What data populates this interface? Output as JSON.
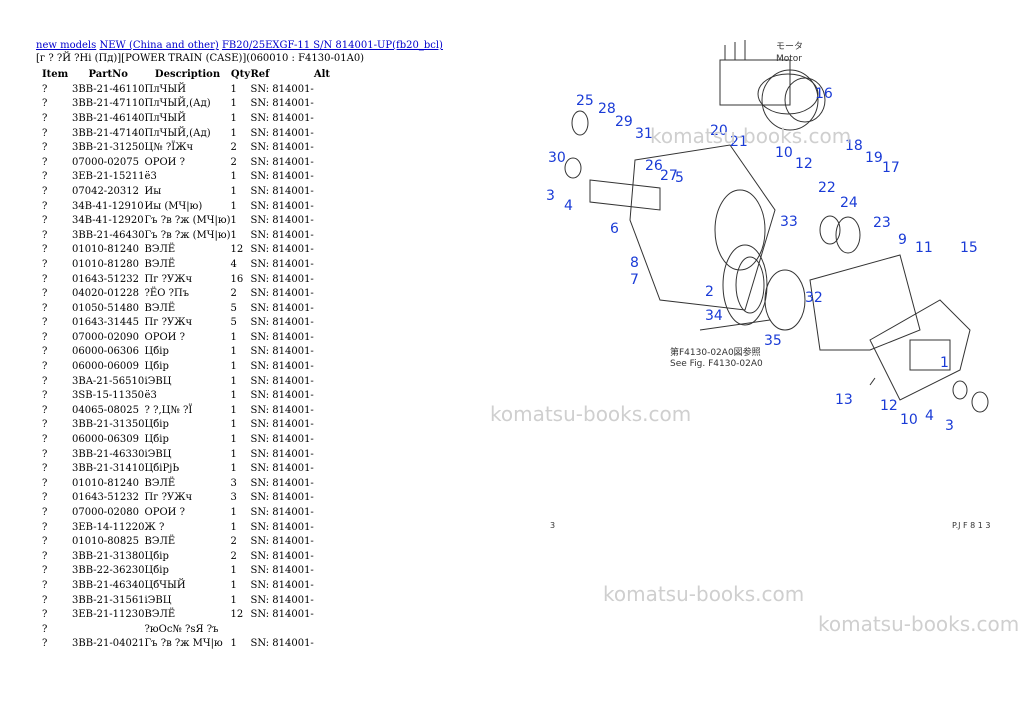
{
  "breadcrumbs": [
    {
      "label": "new models"
    },
    {
      "label": "NEW (China and other)"
    },
    {
      "label": "FB20/25EXGF-11 S/N  814001-UP(fb20_bcl)"
    }
  ],
  "subtitle": "[г ? ?Й ?Нi (Пд)][POWER TRAIN (CASE)](060010 : F4130-01A0)",
  "table": {
    "headers": {
      "item": "Item",
      "partno": "PartNo",
      "description": "Description",
      "qty": "Qty",
      "ref": "Ref",
      "alt": "Alt"
    },
    "rows": [
      {
        "item": "?",
        "partno": "3BB-21-46110",
        "desc": "ПлЧЫЙ",
        "qty": "1",
        "ref": "SN: 814001-"
      },
      {
        "item": "?",
        "partno": "3BB-21-47110",
        "desc": "ПлЧЫЙ,(Ад)",
        "qty": "1",
        "ref": "SN: 814001-"
      },
      {
        "item": "?",
        "partno": "3BB-21-46140",
        "desc": "ПлЧЫЙ",
        "qty": "1",
        "ref": "SN: 814001-"
      },
      {
        "item": "?",
        "partno": "3BB-21-47140",
        "desc": "ПлЧЫЙ,(Ад)",
        "qty": "1",
        "ref": "SN: 814001-"
      },
      {
        "item": "?",
        "partno": "3BB-21-31250",
        "desc": "Ц№ ?ЇЖч",
        "qty": "2",
        "ref": "SN: 814001-"
      },
      {
        "item": "?",
        "partno": "07000-02075",
        "desc": "ОРОИ ?",
        "qty": "2",
        "ref": "SN: 814001-"
      },
      {
        "item": "?",
        "partno": "3EB-21-15211",
        "desc": "ё3",
        "qty": "1",
        "ref": "SN: 814001-"
      },
      {
        "item": "?",
        "partno": "07042-20312",
        "desc": "Иы",
        "qty": "1",
        "ref": "SN: 814001-"
      },
      {
        "item": "?",
        "partno": "34B-41-12910",
        "desc": "Иы (МЧ|ю)",
        "qty": "1",
        "ref": "SN: 814001-"
      },
      {
        "item": "?",
        "partno": "34B-41-12920",
        "desc": "Гъ ?в ?ж (МЧ|ю)",
        "qty": "1",
        "ref": "SN: 814001-"
      },
      {
        "item": "?",
        "partno": "3BB-21-46430",
        "desc": "Гъ ?в ?ж (МЧ|ю)",
        "qty": "1",
        "ref": "SN: 814001-"
      },
      {
        "item": "?",
        "partno": "01010-81240",
        "desc": "ВЭЛЁ",
        "qty": "12",
        "ref": "SN: 814001-"
      },
      {
        "item": "?",
        "partno": "01010-81280",
        "desc": "ВЭЛЁ",
        "qty": "4",
        "ref": "SN: 814001-"
      },
      {
        "item": "?",
        "partno": "01643-51232",
        "desc": "Пг ?УЖч",
        "qty": "16",
        "ref": "SN: 814001-"
      },
      {
        "item": "?",
        "partno": "04020-01228",
        "desc": "?ЁО ?Пъ",
        "qty": "2",
        "ref": "SN: 814001-"
      },
      {
        "item": "?",
        "partno": "01050-51480",
        "desc": "ВЭЛЁ",
        "qty": "5",
        "ref": "SN: 814001-"
      },
      {
        "item": "?",
        "partno": "01643-31445",
        "desc": "Пг ?УЖч",
        "qty": "5",
        "ref": "SN: 814001-"
      },
      {
        "item": "?",
        "partno": "07000-02090",
        "desc": "ОРОИ ?",
        "qty": "1",
        "ref": "SN: 814001-"
      },
      {
        "item": "?",
        "partno": "06000-06306",
        "desc": "Цбiр",
        "qty": "1",
        "ref": "SN: 814001-"
      },
      {
        "item": "?",
        "partno": "06000-06009",
        "desc": "Цбiр",
        "qty": "1",
        "ref": "SN: 814001-"
      },
      {
        "item": "?",
        "partno": "3BA-21-56510",
        "desc": "іЭВЦ",
        "qty": "1",
        "ref": "SN: 814001-"
      },
      {
        "item": "?",
        "partno": "3SB-15-11350",
        "desc": "ё3",
        "qty": "1",
        "ref": "SN: 814001-"
      },
      {
        "item": "?",
        "partno": "04065-08025",
        "desc": "? ?,Ц№ ?Ї",
        "qty": "1",
        "ref": "SN: 814001-"
      },
      {
        "item": "?",
        "partno": "3BB-21-31350",
        "desc": "Цбiр",
        "qty": "1",
        "ref": "SN: 814001-"
      },
      {
        "item": "?",
        "partno": "06000-06309",
        "desc": "Цбiр",
        "qty": "1",
        "ref": "SN: 814001-"
      },
      {
        "item": "?",
        "partno": "3BB-21-46330",
        "desc": "іЭВЦ",
        "qty": "1",
        "ref": "SN: 814001-"
      },
      {
        "item": "?",
        "partno": "3BB-21-31410",
        "desc": "ЦбiРјЬ",
        "qty": "1",
        "ref": "SN: 814001-"
      },
      {
        "item": "?",
        "partno": "01010-81240",
        "desc": "ВЭЛЁ",
        "qty": "3",
        "ref": "SN: 814001-"
      },
      {
        "item": "?",
        "partno": "01643-51232",
        "desc": "Пг ?УЖч",
        "qty": "3",
        "ref": "SN: 814001-"
      },
      {
        "item": "?",
        "partno": "07000-02080",
        "desc": "ОРОИ ?",
        "qty": "1",
        "ref": "SN: 814001-"
      },
      {
        "item": "?",
        "partno": "3EB-14-11220",
        "desc": "Ж ?",
        "qty": "1",
        "ref": "SN: 814001-"
      },
      {
        "item": "?",
        "partno": "01010-80825",
        "desc": "ВЭЛЁ",
        "qty": "2",
        "ref": "SN: 814001-"
      },
      {
        "item": "?",
        "partno": "3BB-21-31380",
        "desc": "Цбiр",
        "qty": "2",
        "ref": "SN: 814001-"
      },
      {
        "item": "?",
        "partno": "3BB-22-36230",
        "desc": "Цбiр",
        "qty": "1",
        "ref": "SN: 814001-"
      },
      {
        "item": "?",
        "partno": "3BB-21-46340",
        "desc": "ЦбЧЫЙ",
        "qty": "1",
        "ref": "SN: 814001-"
      },
      {
        "item": "?",
        "partno": "3BB-21-31561",
        "desc": "іЭВЦ",
        "qty": "1",
        "ref": "SN: 814001-"
      },
      {
        "item": "?",
        "partno": "3EB-21-11230",
        "desc": "ВЭЛЁ",
        "qty": "12",
        "ref": "SN: 814001-"
      },
      {
        "item": "?",
        "partno": "",
        "desc": "?юОс№ ?sЯ ?ъ",
        "qty": "",
        "ref": ""
      },
      {
        "item": "?",
        "partno": "3BB-21-04021",
        "desc": "Гъ ?в ?ж МЧ|ю",
        "qty": "1",
        "ref": "SN: 814001-"
      }
    ]
  },
  "diagram": {
    "callouts": [
      "25",
      "28",
      "29",
      "31",
      "30",
      "3",
      "4",
      "20",
      "21",
      "10",
      "12",
      "16",
      "18",
      "19",
      "17",
      "26",
      "27",
      "5",
      "22",
      "24",
      "23",
      "6",
      "33",
      "9",
      "8",
      "7",
      "2",
      "34",
      "32",
      "35",
      "11",
      "15",
      "1",
      "13",
      "12",
      "10",
      "4",
      "3"
    ],
    "motor_label": "モータ",
    "motor_label_en": "Motor",
    "ref_note_jp": "第F4130-02A0図参照",
    "ref_note_en": "See Fig. F4130-02A0",
    "page_num": "3",
    "page_code": "P.J F 8 1 3"
  },
  "watermarks": [
    "komatsu-books.com",
    "komatsu-books.com",
    "komatsu-books.com",
    "komatsu-books.com"
  ],
  "colors": {
    "link": "#0000cc",
    "callout": "#1a3bd6",
    "watermark": "#cfcfcf"
  }
}
